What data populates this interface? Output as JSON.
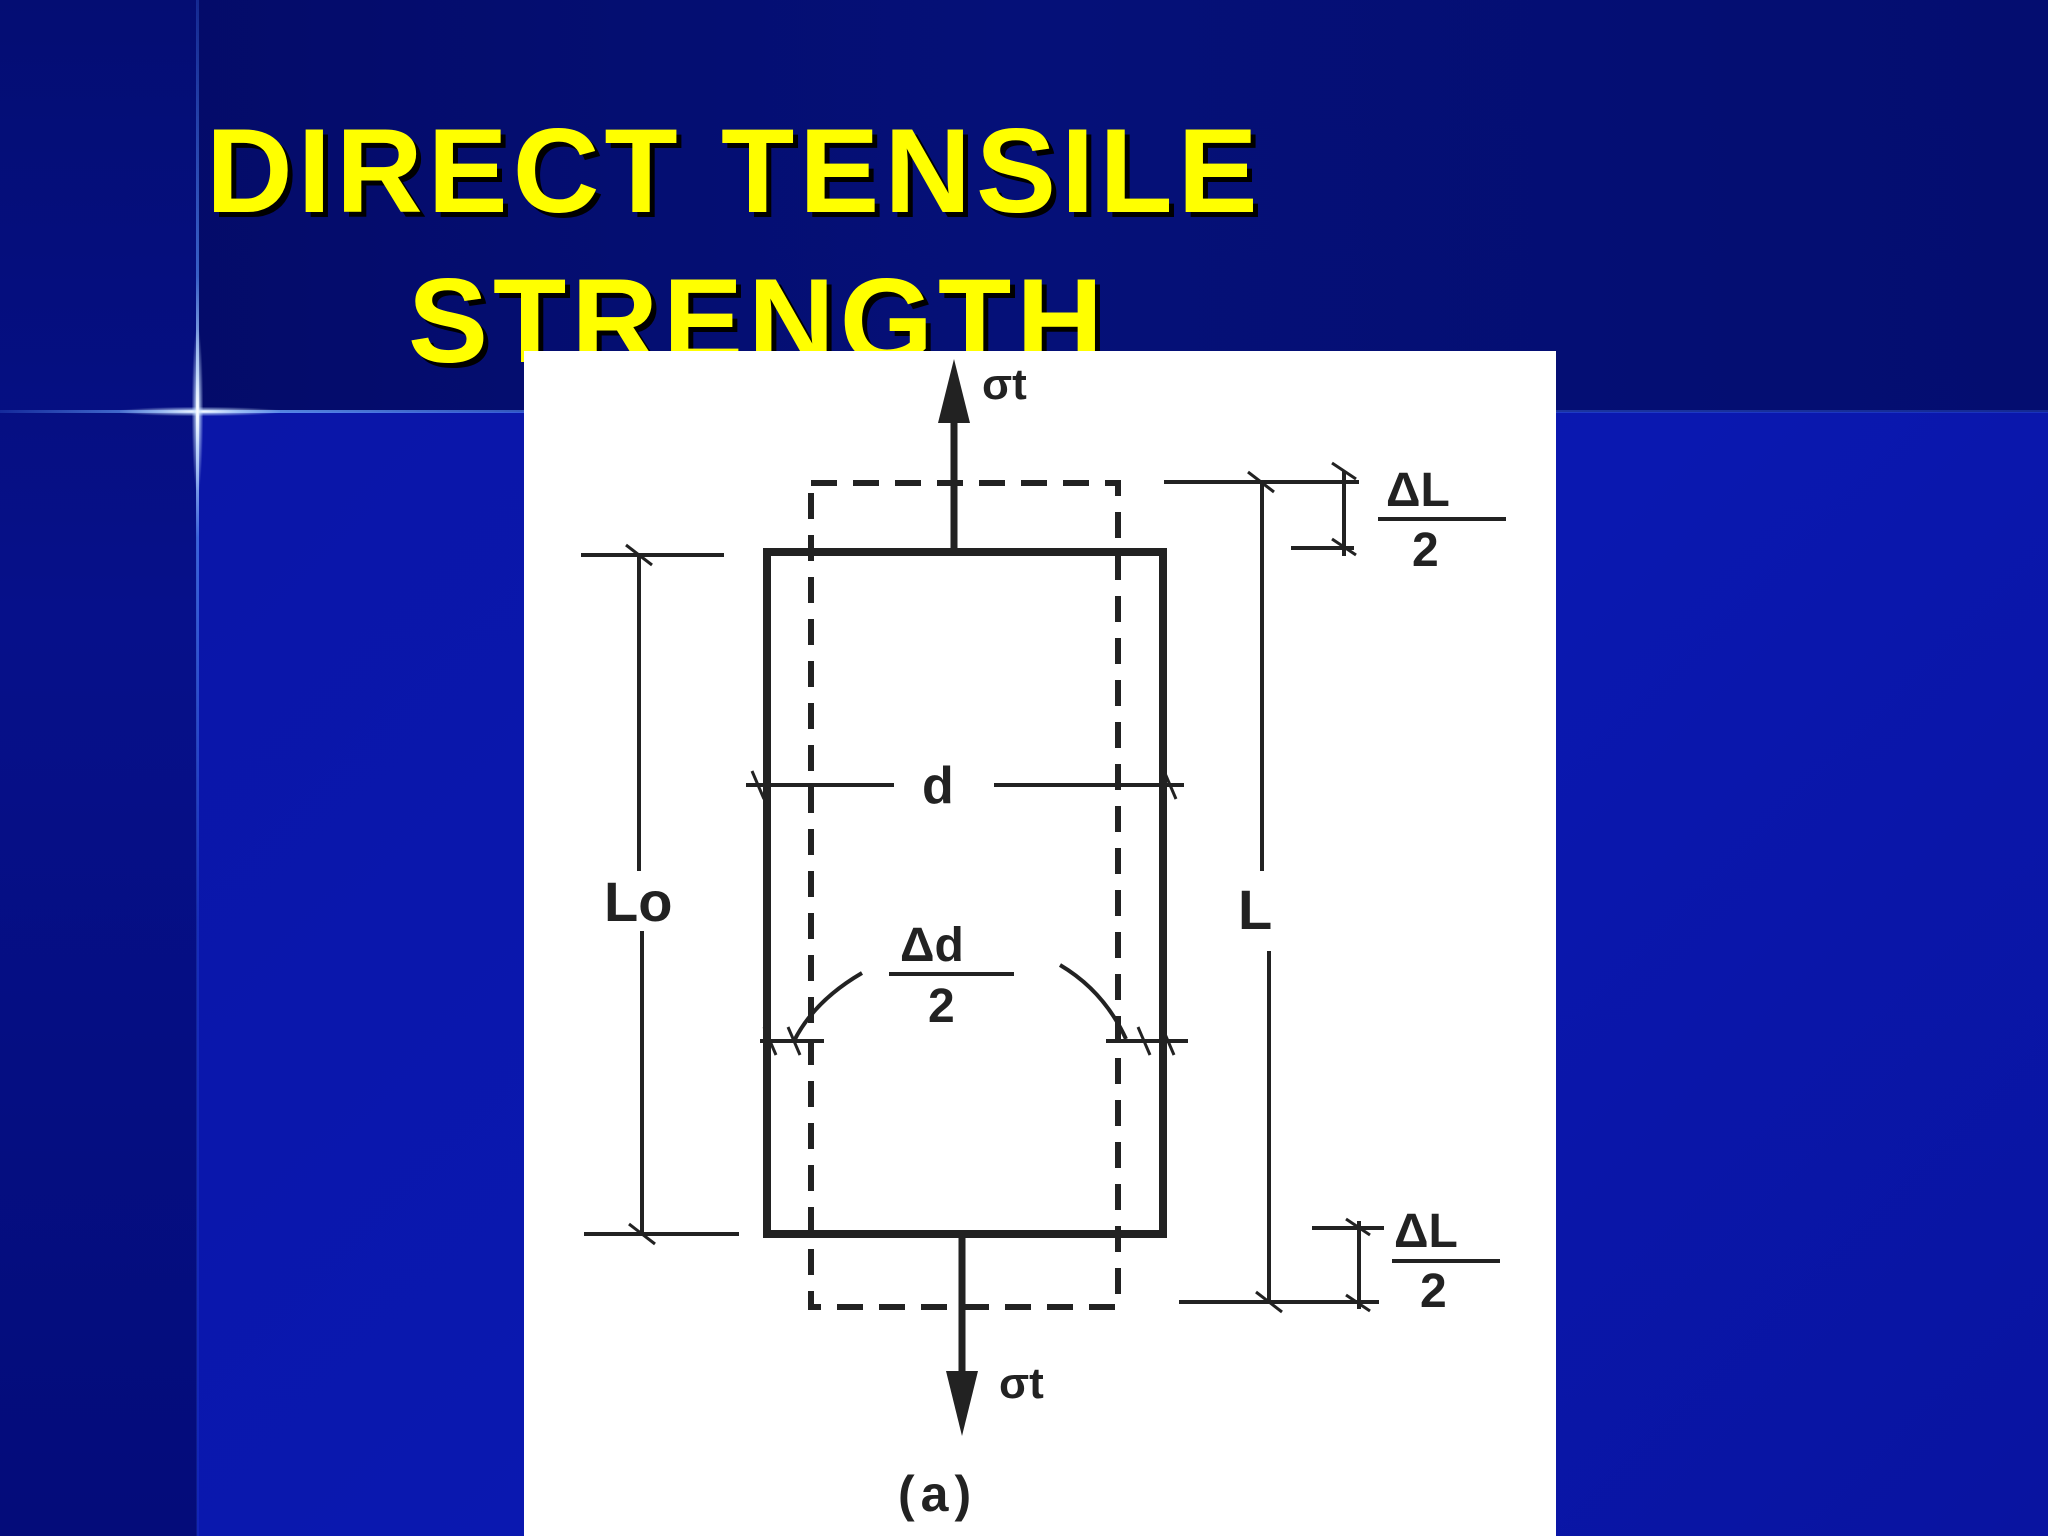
{
  "slide": {
    "title_line1": "DIRECT TENSILE",
    "title_line2": "STRENGTH",
    "title_color": "#ffff00",
    "background_color": "#0a1196"
  },
  "diagram": {
    "stress_top": "σt",
    "stress_bottom": "σt",
    "diameter_label": "d",
    "original_length_label": "Lo",
    "final_length_label": "L",
    "elongation_top_num": "ΔL",
    "elongation_top_den": "2",
    "elongation_bottom_num": "ΔL",
    "elongation_bottom_den": "2",
    "contraction_num": "Δd",
    "contraction_den": "2",
    "caption": "(a)"
  }
}
